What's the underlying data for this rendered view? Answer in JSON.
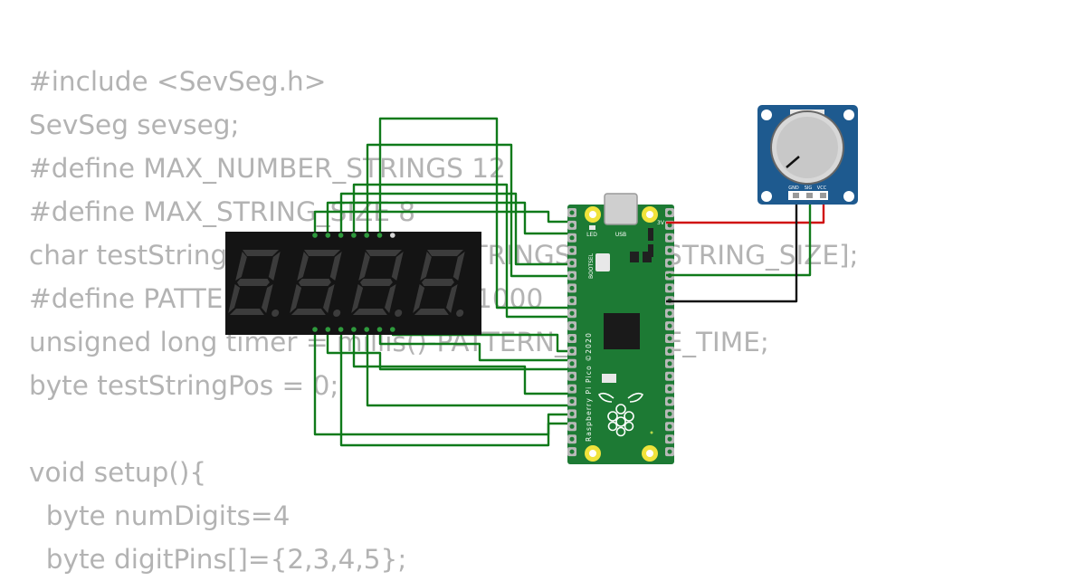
{
  "code_lines": [
    "#include <SevSeg.h>",
    "SevSeg sevseg;",
    "#define MAX_NUMBER_STRINGS 12",
    "#define MAX_STRING_SIZE 8",
    "char testStrings[MAX_NUMBER_STRINGS][MAX_STRING_SIZE];",
    "#define PATTERN_CHANGE_TIME 1000",
    "unsigned long timer = millis()-PATTERN_CHANGE_TIME;",
    "byte testStringPos = 0;",
    "",
    "void setup(){",
    "  byte numDigits=4",
    "  byte digitPins[]={2,3,4,5};"
  ],
  "pico": {
    "board_text": "Raspberry Pi Pico ©2020",
    "led_label": "LED",
    "usb_label": "USB",
    "bootsel_label": "BOOTSEL",
    "pin_3v3": "3V"
  },
  "potentiometer": {
    "pin_labels": [
      "GND",
      "SIG",
      "VCC"
    ]
  },
  "display": {
    "digits": 4
  },
  "colors": {
    "code_text": "#b3b3b3",
    "wire_green": "#0f7a1a",
    "wire_red": "#d01010",
    "wire_black": "#111111",
    "pico_board": "#1d7a34",
    "pot_board": "#1e5a8f",
    "display_body": "#141414",
    "segment_off": "#3c3c3c"
  }
}
